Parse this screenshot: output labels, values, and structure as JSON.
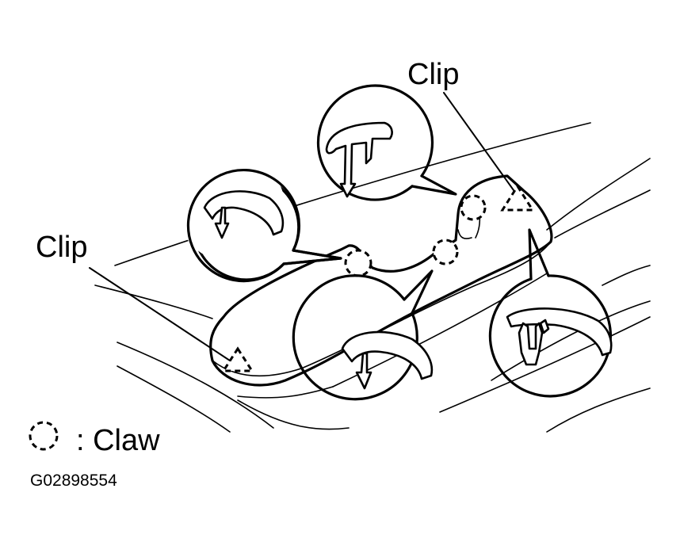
{
  "labels": {
    "clip_top": "Clip",
    "clip_left": "Clip",
    "claw_legend": ": Claw",
    "figure_code": "G02898554"
  },
  "colors": {
    "ink": "#000000",
    "paper": "#ffffff"
  }
}
